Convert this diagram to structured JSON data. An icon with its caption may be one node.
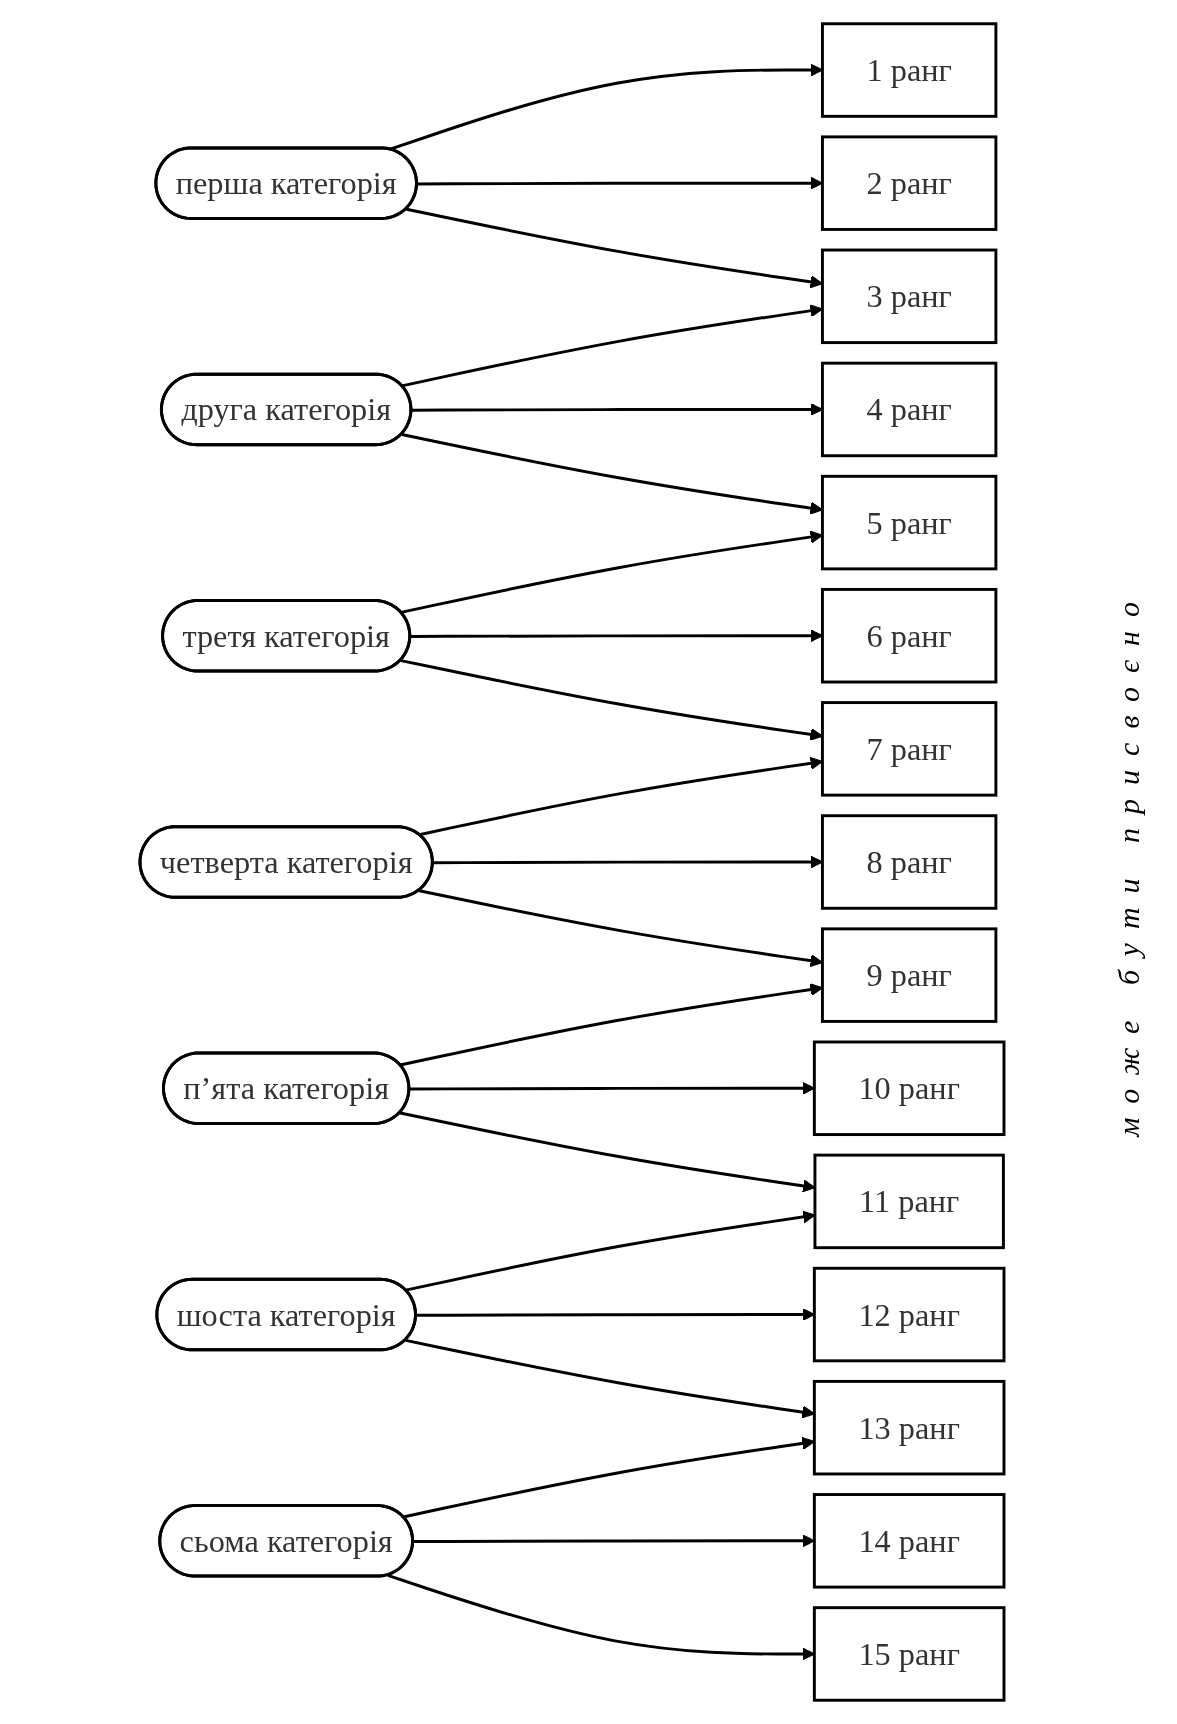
{
  "diagram": {
    "nodes": [
      {
        "text": [
          "перша категорія"
        ]
      },
      {
        "text": [
          "друга категорія"
        ]
      },
      {
        "text": [
          "третя категорія"
        ]
      },
      {
        "text": [
          "четверта категорія"
        ]
      },
      {
        "text": [
          "п’ята категорія"
        ]
      },
      {
        "text": [
          "шоста категорія"
        ]
      },
      {
        "text": [
          "сьома категорія"
        ]
      },
      {
        "text": [
          "1 ранг"
        ]
      },
      {
        "text": [
          "2 ранг"
        ]
      },
      {
        "text": [
          "3 ранг"
        ]
      },
      {
        "text": [
          "4 ранг"
        ]
      },
      {
        "text": [
          "5 ранг"
        ]
      },
      {
        "text": [
          "6 ранг"
        ]
      },
      {
        "text": [
          "7 ранг"
        ]
      },
      {
        "text": [
          "8 ранг"
        ]
      },
      {
        "text": [
          "9 ранг"
        ]
      },
      {
        "text": [
          "10 ранг"
        ]
      },
      {
        "text": [
          "11 ранг"
        ]
      },
      {
        "text": [
          "12 ранг"
        ]
      },
      {
        "text": [
          "13 ранг"
        ]
      },
      {
        "text": [
          "14 ранг"
        ]
      },
      {
        "text": [
          "15 ранг"
        ]
      }
    ],
    "edges": [
      {
        "from": 0,
        "to": 7,
        "arrow": "to"
      },
      {
        "from": 0,
        "to": 8,
        "arrow": "to"
      },
      {
        "from": 0,
        "to": 9,
        "arrow": "to"
      },
      {
        "from": 1,
        "to": 9,
        "arrow": "to"
      },
      {
        "from": 1,
        "to": 10,
        "arrow": "to"
      },
      {
        "from": 1,
        "to": 11,
        "arrow": "to"
      },
      {
        "from": 2,
        "to": 11,
        "arrow": "to"
      },
      {
        "from": 2,
        "to": 12,
        "arrow": "to"
      },
      {
        "from": 2,
        "to": 13,
        "arrow": "to"
      },
      {
        "from": 3,
        "to": 13,
        "arrow": "to"
      },
      {
        "from": 3,
        "to": 14,
        "arrow": "to"
      },
      {
        "from": 3,
        "to": 15,
        "arrow": "to"
      },
      {
        "from": 4,
        "to": 15,
        "arrow": "to"
      },
      {
        "from": 4,
        "to": 16,
        "arrow": "to"
      },
      {
        "from": 4,
        "to": 17,
        "arrow": "to"
      },
      {
        "from": 5,
        "to": 17,
        "arrow": "to"
      },
      {
        "from": 5,
        "to": 18,
        "arrow": "to"
      },
      {
        "from": 5,
        "to": 19,
        "arrow": "to"
      },
      {
        "from": 6,
        "to": 19,
        "arrow": "to"
      },
      {
        "from": 6,
        "to": 20,
        "arrow": "to"
      },
      {
        "from": 6,
        "to": 21,
        "arrow": "to"
      }
    ],
    "labels": [
      "може бути присвоєно"
    ]
  }
}
